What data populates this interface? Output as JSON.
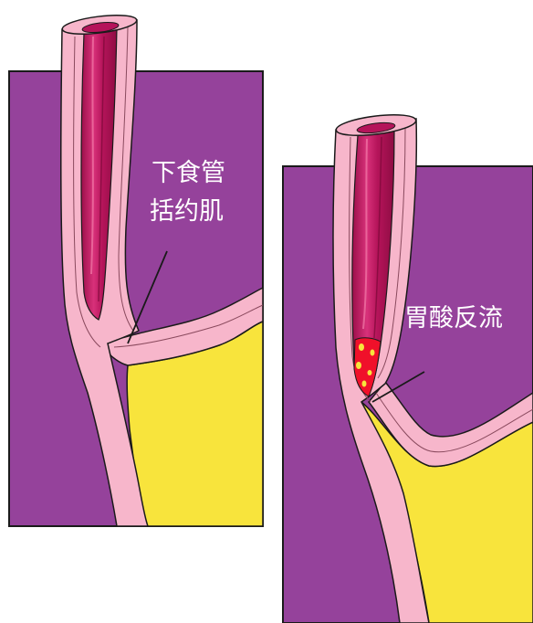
{
  "left_panel": {
    "label_line1": "下食管",
    "label_line2": "括约肌"
  },
  "right_panel": {
    "label": "胃酸反流"
  },
  "colors": {
    "background": "#ffffff",
    "tissue_purple": "#95429b",
    "stomach_yellow": "#f8e43c",
    "wall_pink": "#f7b6cb",
    "lumen_magenta": "#c2185b",
    "acid_red": "#f0102a",
    "outline": "#1a1a1a"
  }
}
